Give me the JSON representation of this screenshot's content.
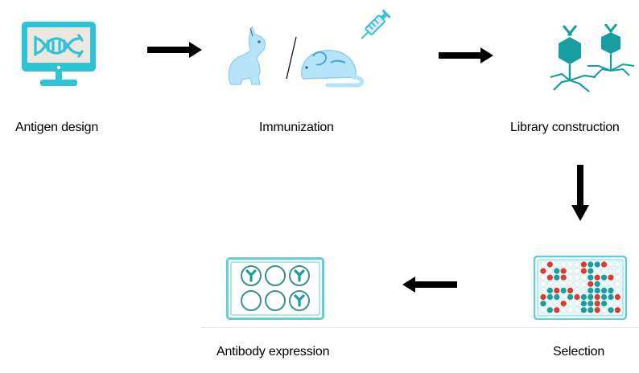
{
  "title": "Antibody discovery workflow",
  "steps": [
    {
      "id": "antigen-design",
      "label": "Antigen design",
      "icon": "monitor-dna-icon"
    },
    {
      "id": "immunization",
      "label": "Immunization",
      "icon": "rabbit-mouse-syringe-icon",
      "separator": "/"
    },
    {
      "id": "library-construction",
      "label": "Library construction",
      "icon": "bacteriophage-icon"
    },
    {
      "id": "selection",
      "label": "Selection",
      "icon": "well-plate-icon"
    },
    {
      "id": "antibody-expression",
      "label": "Antibody expression",
      "icon": "six-well-plate-antibody-icon"
    }
  ],
  "arrows": [
    {
      "from": "antigen-design",
      "to": "immunization",
      "direction": "right"
    },
    {
      "from": "immunization",
      "to": "library-construction",
      "direction": "right"
    },
    {
      "from": "library-construction",
      "to": "selection",
      "direction": "down"
    },
    {
      "from": "selection",
      "to": "antibody-expression",
      "direction": "left"
    }
  ],
  "antibody_plate": {
    "wells": [
      [
        "antibody",
        "empty",
        "antibody"
      ],
      [
        "empty",
        "empty",
        "antibody"
      ]
    ]
  },
  "selection_plate": {
    "legend": {
      "r": "red",
      "t": "teal",
      "o": "empty"
    },
    "rows": [
      "oroooorttroo",
      "rotroortoooo",
      "ortroootrtro",
      "ooooooortooo",
      "otrtrootttto",
      "rttotrttrttr",
      "tooroottrtoo",
      "otrooottrotr"
    ]
  },
  "colors": {
    "cyan": "#2ec4d6",
    "teal": "#179ea0",
    "red": "#e03a2f",
    "light_blue": "#b5e3f7",
    "screen": "#ece8df",
    "arrow": "#000000"
  }
}
